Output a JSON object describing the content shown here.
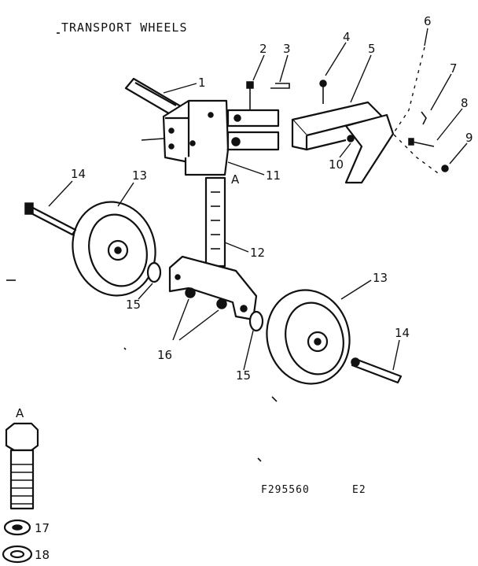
{
  "title": "TRANSPORT WHEELS",
  "code_left": "F295560",
  "code_right": "E2",
  "callouts": {
    "c1": "1",
    "c2": "2",
    "c3": "3",
    "c4": "4",
    "c5": "5",
    "c6": "6",
    "c7": "7",
    "c8": "8",
    "c9": "9",
    "c10": "10",
    "c11": "11",
    "c12": "12",
    "c13a": "13",
    "c13b": "13",
    "c14a": "14",
    "c14b": "14",
    "c15a": "15",
    "c15b": "15",
    "c16": "16",
    "c17": "17",
    "c18": "18",
    "cA1": "A",
    "cA2": "A"
  }
}
